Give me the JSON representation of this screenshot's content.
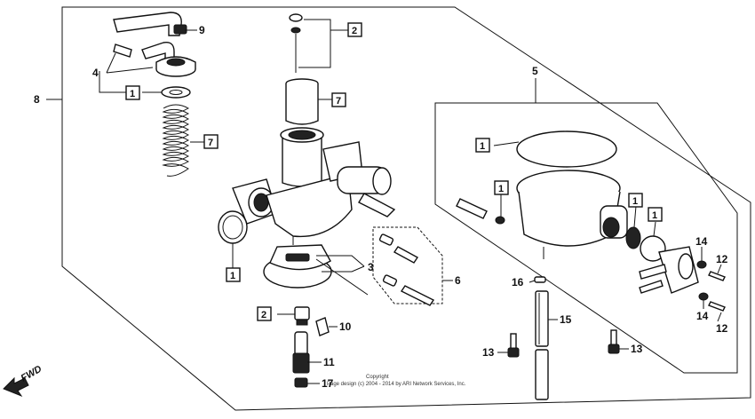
{
  "diagram": {
    "callouts": [
      {
        "id": "c9",
        "label": "9"
      },
      {
        "id": "c4",
        "label": "4"
      },
      {
        "id": "c1a",
        "label": "1"
      },
      {
        "id": "c7a",
        "label": "7"
      },
      {
        "id": "c8",
        "label": "8"
      },
      {
        "id": "c2a",
        "label": "2"
      },
      {
        "id": "c7b",
        "label": "7"
      },
      {
        "id": "c1b",
        "label": "1"
      },
      {
        "id": "c3",
        "label": "3"
      },
      {
        "id": "c6",
        "label": "6"
      },
      {
        "id": "c2b",
        "label": "2"
      },
      {
        "id": "c10",
        "label": "10"
      },
      {
        "id": "c11",
        "label": "11"
      },
      {
        "id": "c17",
        "label": "17"
      },
      {
        "id": "c5",
        "label": "5"
      },
      {
        "id": "c1c",
        "label": "1"
      },
      {
        "id": "c1d",
        "label": "1"
      },
      {
        "id": "c1e",
        "label": "1"
      },
      {
        "id": "c1f",
        "label": "1"
      },
      {
        "id": "c14a",
        "label": "14"
      },
      {
        "id": "c12a",
        "label": "12"
      },
      {
        "id": "c14b",
        "label": "14"
      },
      {
        "id": "c12b",
        "label": "12"
      },
      {
        "id": "c16",
        "label": "16"
      },
      {
        "id": "c15",
        "label": "15"
      },
      {
        "id": "c13a",
        "label": "13"
      },
      {
        "id": "c13b",
        "label": "13"
      }
    ],
    "copyright_line1": "Copyright",
    "copyright_line2": "Page design (c) 2004 - 2014 by ARI Network Services, Inc.",
    "fwd_label": "FWD"
  }
}
